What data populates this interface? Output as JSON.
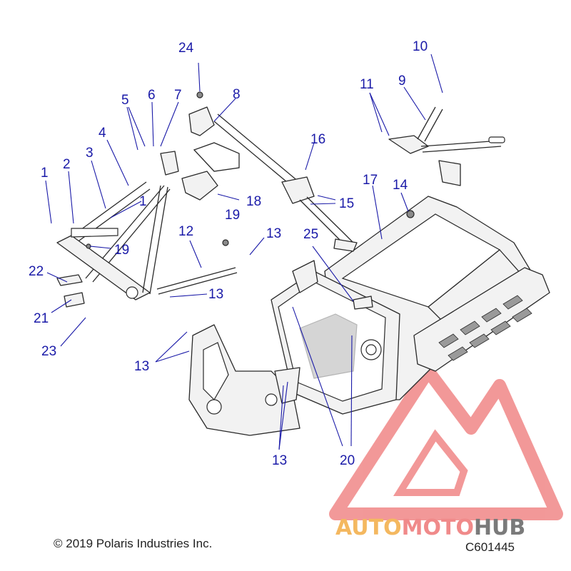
{
  "diagram": {
    "copyright": "© 2019 Polaris Industries Inc.",
    "diagram_code": "C601445",
    "callouts": [
      {
        "id": "c1a",
        "label": "1"
      },
      {
        "id": "c1b",
        "label": "1"
      },
      {
        "id": "c2",
        "label": "2"
      },
      {
        "id": "c3",
        "label": "3"
      },
      {
        "id": "c4",
        "label": "4"
      },
      {
        "id": "c5",
        "label": "5"
      },
      {
        "id": "c6",
        "label": "6"
      },
      {
        "id": "c7",
        "label": "7"
      },
      {
        "id": "c8",
        "label": "8"
      },
      {
        "id": "c9",
        "label": "9"
      },
      {
        "id": "c10",
        "label": "10"
      },
      {
        "id": "c11",
        "label": "11"
      },
      {
        "id": "c12",
        "label": "12"
      },
      {
        "id": "c13a",
        "label": "13"
      },
      {
        "id": "c13b",
        "label": "13"
      },
      {
        "id": "c13c",
        "label": "13"
      },
      {
        "id": "c13d",
        "label": "13"
      },
      {
        "id": "c14",
        "label": "14"
      },
      {
        "id": "c15",
        "label": "15"
      },
      {
        "id": "c16",
        "label": "16"
      },
      {
        "id": "c17",
        "label": "17"
      },
      {
        "id": "c18",
        "label": "18"
      },
      {
        "id": "c19a",
        "label": "19"
      },
      {
        "id": "c19b",
        "label": "19"
      },
      {
        "id": "c20",
        "label": "20"
      },
      {
        "id": "c21",
        "label": "21"
      },
      {
        "id": "c22",
        "label": "22"
      },
      {
        "id": "c23",
        "label": "23"
      },
      {
        "id": "c24",
        "label": "24"
      },
      {
        "id": "c25",
        "label": "25"
      }
    ]
  },
  "watermark": {
    "word_part1": "AUTO",
    "word_part2": "MOTO",
    "word_part3": "HUB",
    "color_part1": "#f4b860",
    "color_part2": "#f08a8a",
    "color_part3": "#7a7a7a",
    "logo_color": "#e84545"
  }
}
